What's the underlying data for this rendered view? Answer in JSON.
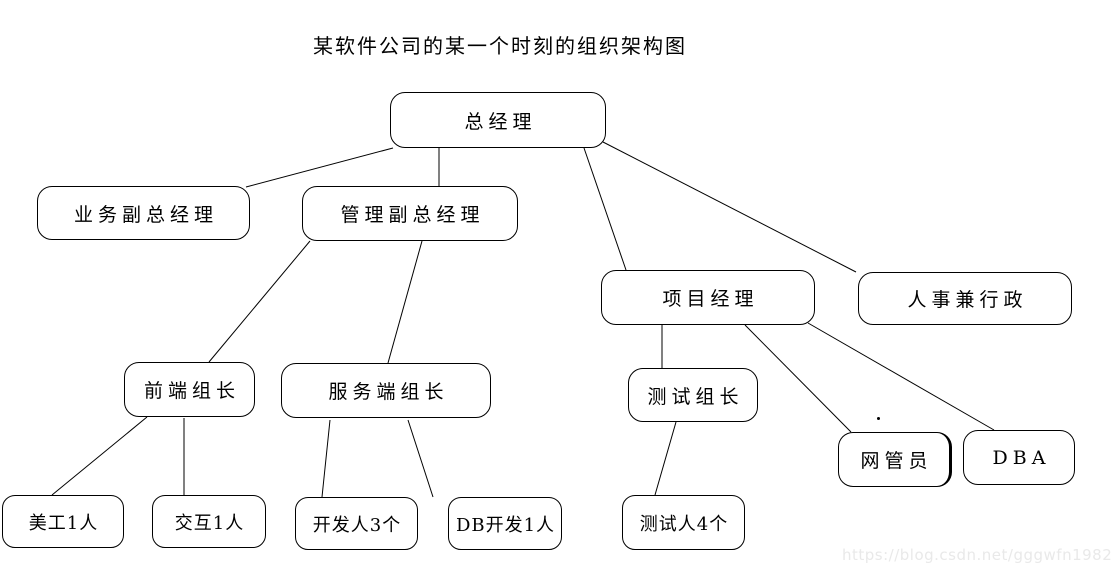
{
  "title": "某软件公司的某一个时刻的组织架构图",
  "watermark": "https://blog.csdn.net/gggwfn1982",
  "diagram": {
    "type": "org-chart",
    "nodes": {
      "gm": {
        "label": "总经理"
      },
      "biz_vp": {
        "label": "业务副总经理"
      },
      "mgmt_vp": {
        "label": "管理副总经理"
      },
      "pm": {
        "label": "项目经理"
      },
      "hr_admin": {
        "label": "人事兼行政"
      },
      "fe_lead": {
        "label": "前端组长"
      },
      "srv_lead": {
        "label": "服务端组长"
      },
      "test_lead": {
        "label": "测试组长"
      },
      "net_admin": {
        "label": "网管员"
      },
      "dba": {
        "label": "DBA"
      },
      "artist": {
        "label": "美工1人"
      },
      "interaction": {
        "label": "交互1人"
      },
      "developers": {
        "label": "开发人3个"
      },
      "db_dev": {
        "label": "DB开发1人"
      },
      "testers": {
        "label": "测试人4个"
      }
    },
    "edges": [
      [
        "gm",
        "biz_vp"
      ],
      [
        "gm",
        "mgmt_vp"
      ],
      [
        "gm",
        "pm"
      ],
      [
        "gm",
        "hr_admin"
      ],
      [
        "mgmt_vp",
        "fe_lead"
      ],
      [
        "mgmt_vp",
        "srv_lead"
      ],
      [
        "pm",
        "test_lead"
      ],
      [
        "pm",
        "net_admin"
      ],
      [
        "pm",
        "dba"
      ],
      [
        "fe_lead",
        "artist"
      ],
      [
        "fe_lead",
        "interaction"
      ],
      [
        "srv_lead",
        "developers"
      ],
      [
        "srv_lead",
        "db_dev"
      ],
      [
        "test_lead",
        "testers"
      ]
    ]
  }
}
